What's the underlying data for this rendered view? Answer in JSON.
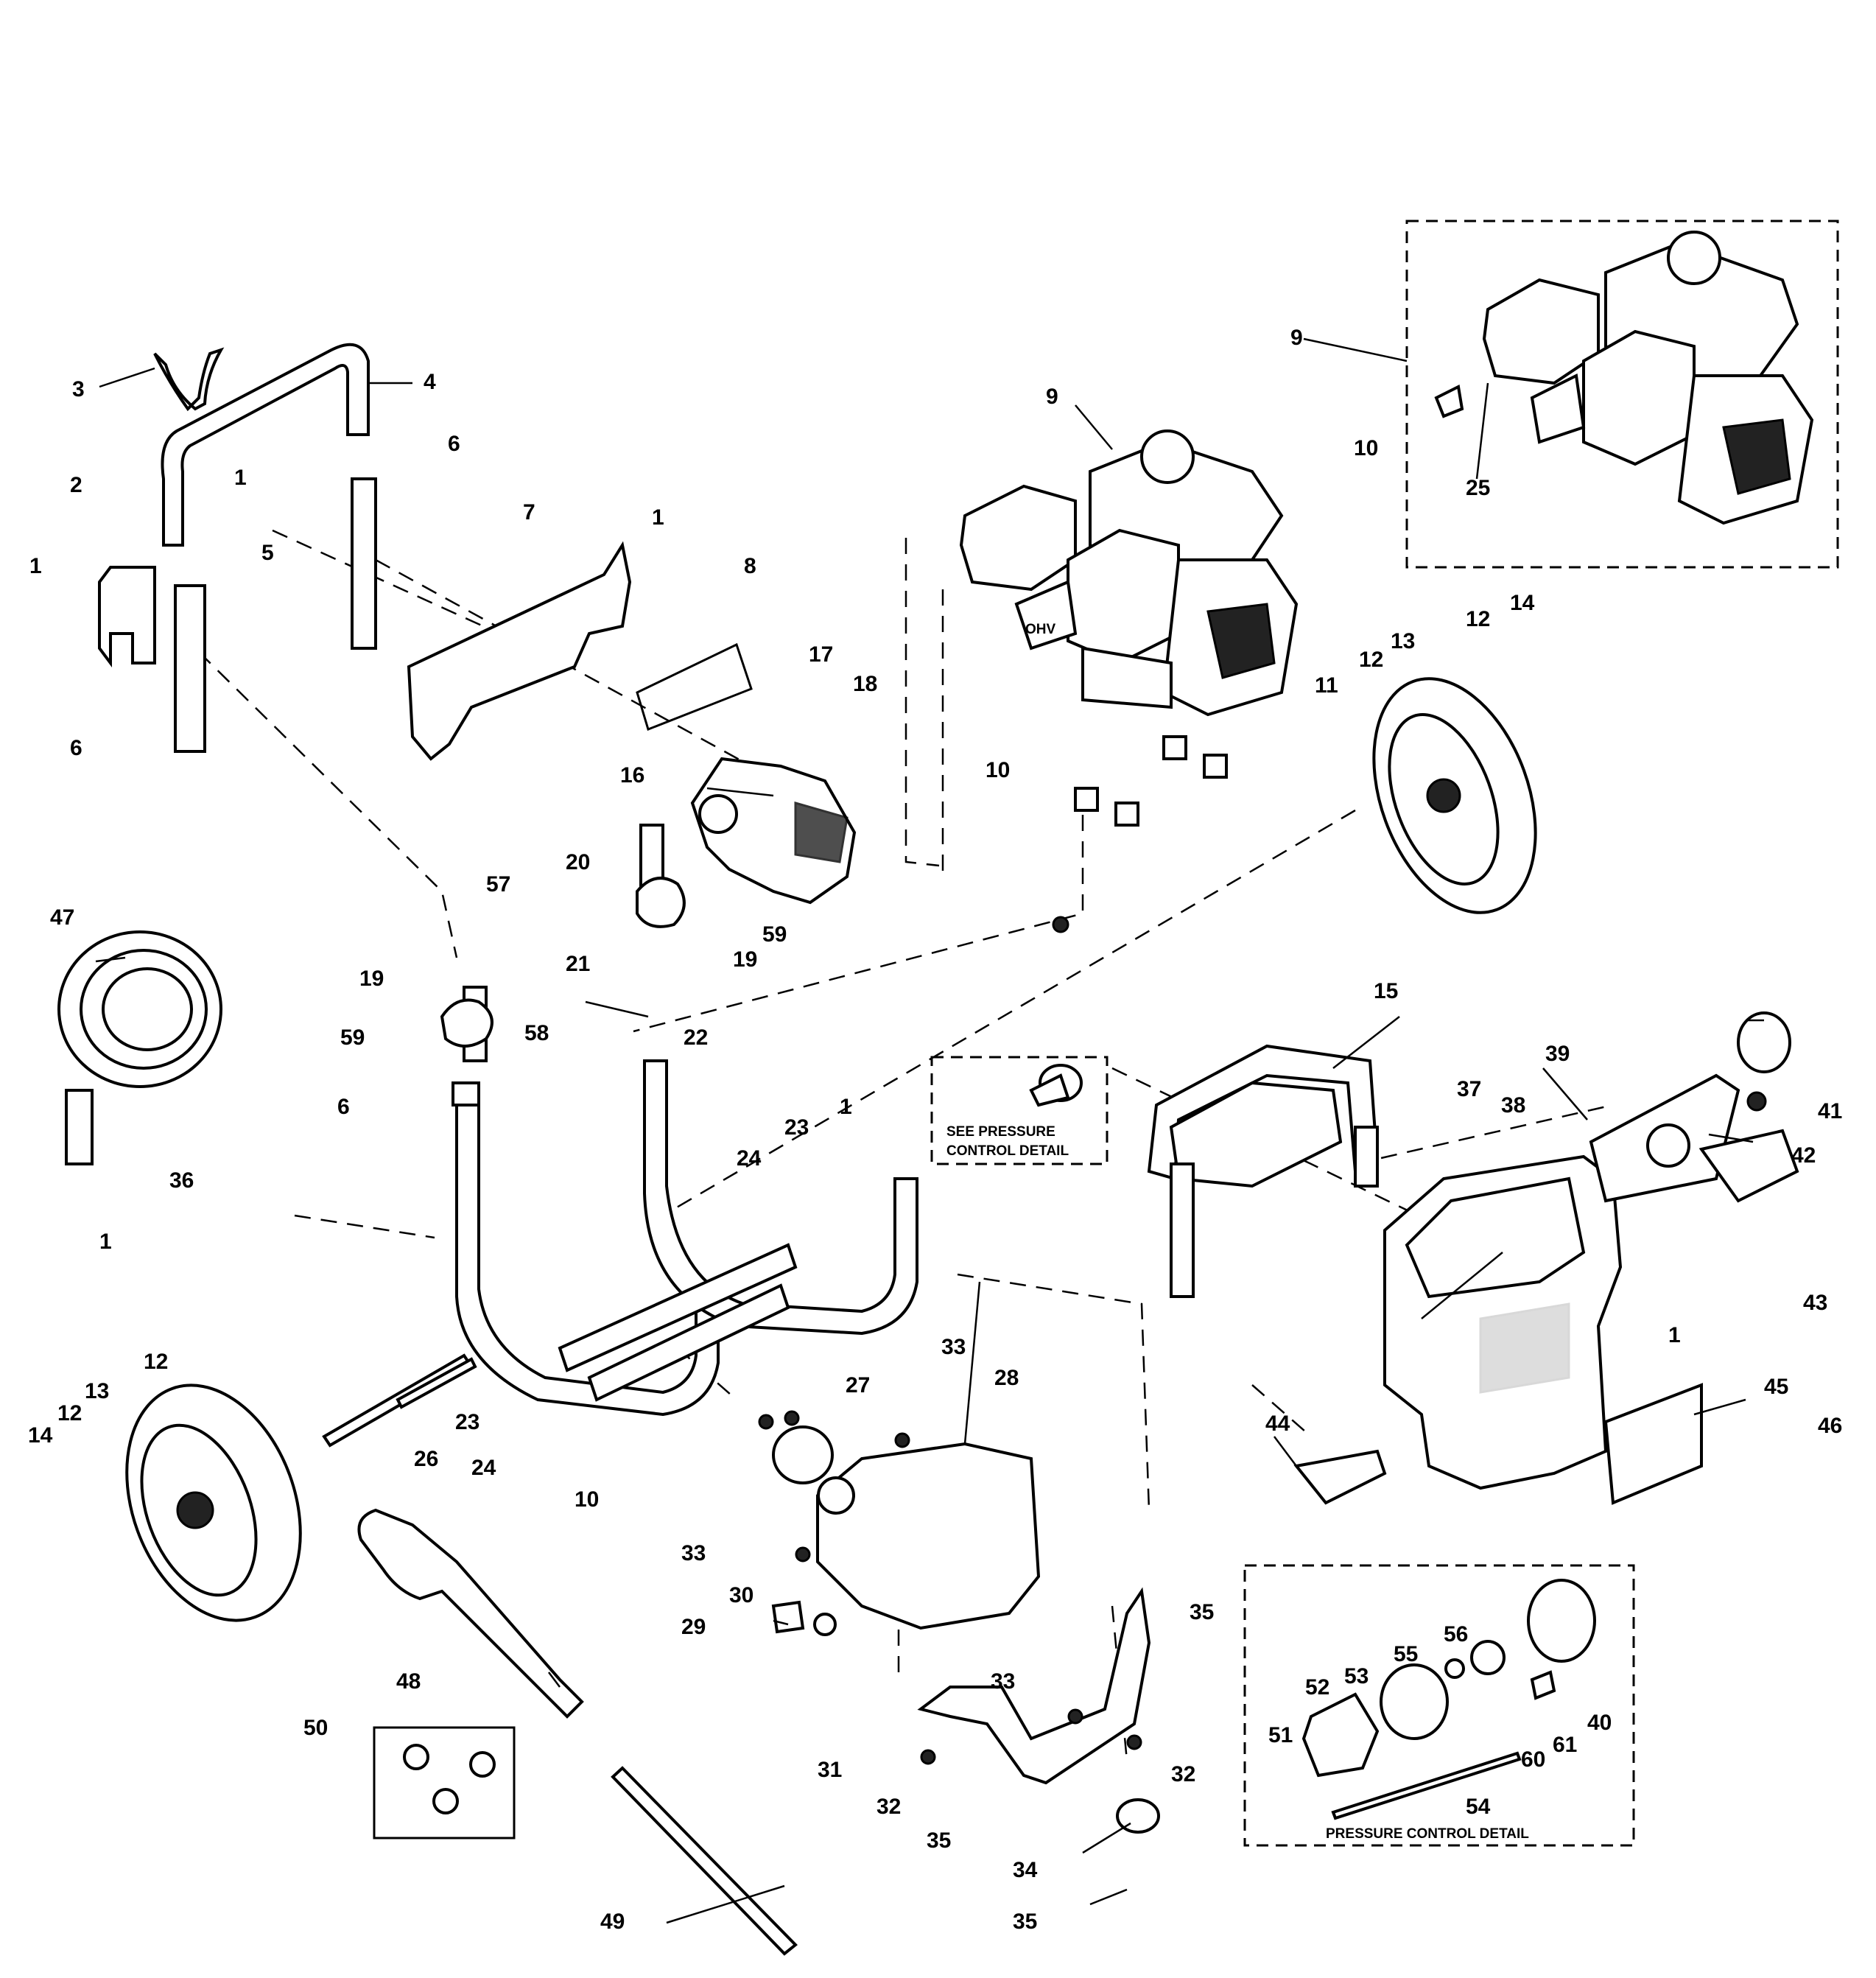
{
  "callouts": [
    {
      "id": "c-3",
      "text": "3"
    },
    {
      "id": "c-4",
      "text": "4"
    },
    {
      "id": "c-2",
      "text": "2"
    },
    {
      "id": "c-1a",
      "text": "1"
    },
    {
      "id": "c-1b",
      "text": "1"
    },
    {
      "id": "c-6a",
      "text": "6"
    },
    {
      "id": "c-7",
      "text": "7"
    },
    {
      "id": "c-1c",
      "text": "1"
    },
    {
      "id": "c-5",
      "text": "5"
    },
    {
      "id": "c-6b",
      "text": "6"
    },
    {
      "id": "c-8",
      "text": "8"
    },
    {
      "id": "c-17",
      "text": "17"
    },
    {
      "id": "c-18",
      "text": "18"
    },
    {
      "id": "c-16",
      "text": "16"
    },
    {
      "id": "c-9a",
      "text": "9"
    },
    {
      "id": "c-9b",
      "text": "9"
    },
    {
      "id": "c-25",
      "text": "25"
    },
    {
      "id": "c-10a",
      "text": "10"
    },
    {
      "id": "c-10b",
      "text": "10"
    },
    {
      "id": "c-11",
      "text": "11"
    },
    {
      "id": "c-12a",
      "text": "12"
    },
    {
      "id": "c-13a",
      "text": "13"
    },
    {
      "id": "c-12b",
      "text": "12"
    },
    {
      "id": "c-14a",
      "text": "14"
    },
    {
      "id": "c-47",
      "text": "47"
    },
    {
      "id": "c-57",
      "text": "57"
    },
    {
      "id": "c-20",
      "text": "20"
    },
    {
      "id": "c-59a",
      "text": "59"
    },
    {
      "id": "c-21",
      "text": "21"
    },
    {
      "id": "c-19a",
      "text": "19"
    },
    {
      "id": "c-19b",
      "text": "19"
    },
    {
      "id": "c-59b",
      "text": "59"
    },
    {
      "id": "c-58",
      "text": "58"
    },
    {
      "id": "c-22",
      "text": "22"
    },
    {
      "id": "c-6c",
      "text": "6"
    },
    {
      "id": "c-15",
      "text": "15"
    },
    {
      "id": "c-39",
      "text": "39"
    },
    {
      "id": "c-38",
      "text": "38"
    },
    {
      "id": "c-37",
      "text": "37"
    },
    {
      "id": "c-41",
      "text": "41"
    },
    {
      "id": "c-42",
      "text": "42"
    },
    {
      "id": "c-43",
      "text": "43"
    },
    {
      "id": "c-23a",
      "text": "23"
    },
    {
      "id": "c-24a",
      "text": "24"
    },
    {
      "id": "c-1d",
      "text": "1"
    },
    {
      "id": "c-36",
      "text": "36"
    },
    {
      "id": "c-1e",
      "text": "1"
    },
    {
      "id": "c-1f",
      "text": "1"
    },
    {
      "id": "c-12c",
      "text": "12"
    },
    {
      "id": "c-13b",
      "text": "13"
    },
    {
      "id": "c-12d",
      "text": "12"
    },
    {
      "id": "c-14b",
      "text": "14"
    },
    {
      "id": "c-26",
      "text": "26"
    },
    {
      "id": "c-23b",
      "text": "23"
    },
    {
      "id": "c-24b",
      "text": "24"
    },
    {
      "id": "c-10c",
      "text": "10"
    },
    {
      "id": "c-27",
      "text": "27"
    },
    {
      "id": "c-33a",
      "text": "33"
    },
    {
      "id": "c-28",
      "text": "28"
    },
    {
      "id": "c-44",
      "text": "44"
    },
    {
      "id": "c-45",
      "text": "45"
    },
    {
      "id": "c-46",
      "text": "46"
    },
    {
      "id": "c-33b",
      "text": "33"
    },
    {
      "id": "c-30",
      "text": "30"
    },
    {
      "id": "c-29",
      "text": "29"
    },
    {
      "id": "c-35a",
      "text": "35"
    },
    {
      "id": "c-48",
      "text": "48"
    },
    {
      "id": "c-50",
      "text": "50"
    },
    {
      "id": "c-33c",
      "text": "33"
    },
    {
      "id": "c-31",
      "text": "31"
    },
    {
      "id": "c-32a",
      "text": "32"
    },
    {
      "id": "c-32b",
      "text": "32"
    },
    {
      "id": "c-35b",
      "text": "35"
    },
    {
      "id": "c-34",
      "text": "34"
    },
    {
      "id": "c-35c",
      "text": "35"
    },
    {
      "id": "c-49",
      "text": "49"
    },
    {
      "id": "c-56",
      "text": "56"
    },
    {
      "id": "c-55",
      "text": "55"
    },
    {
      "id": "c-53",
      "text": "53"
    },
    {
      "id": "c-52",
      "text": "52"
    },
    {
      "id": "c-51",
      "text": "51"
    },
    {
      "id": "c-61",
      "text": "61"
    },
    {
      "id": "c-60",
      "text": "60"
    },
    {
      "id": "c-40",
      "text": "40"
    },
    {
      "id": "c-54",
      "text": "54"
    }
  ],
  "boxes": {
    "see_pressure_line1": "SEE PRESSURE",
    "see_pressure_line2": "CONTROL DETAIL",
    "pressure_control_detail": "PRESSURE CONTROL DETAIL"
  },
  "engine_badge": "OHV"
}
